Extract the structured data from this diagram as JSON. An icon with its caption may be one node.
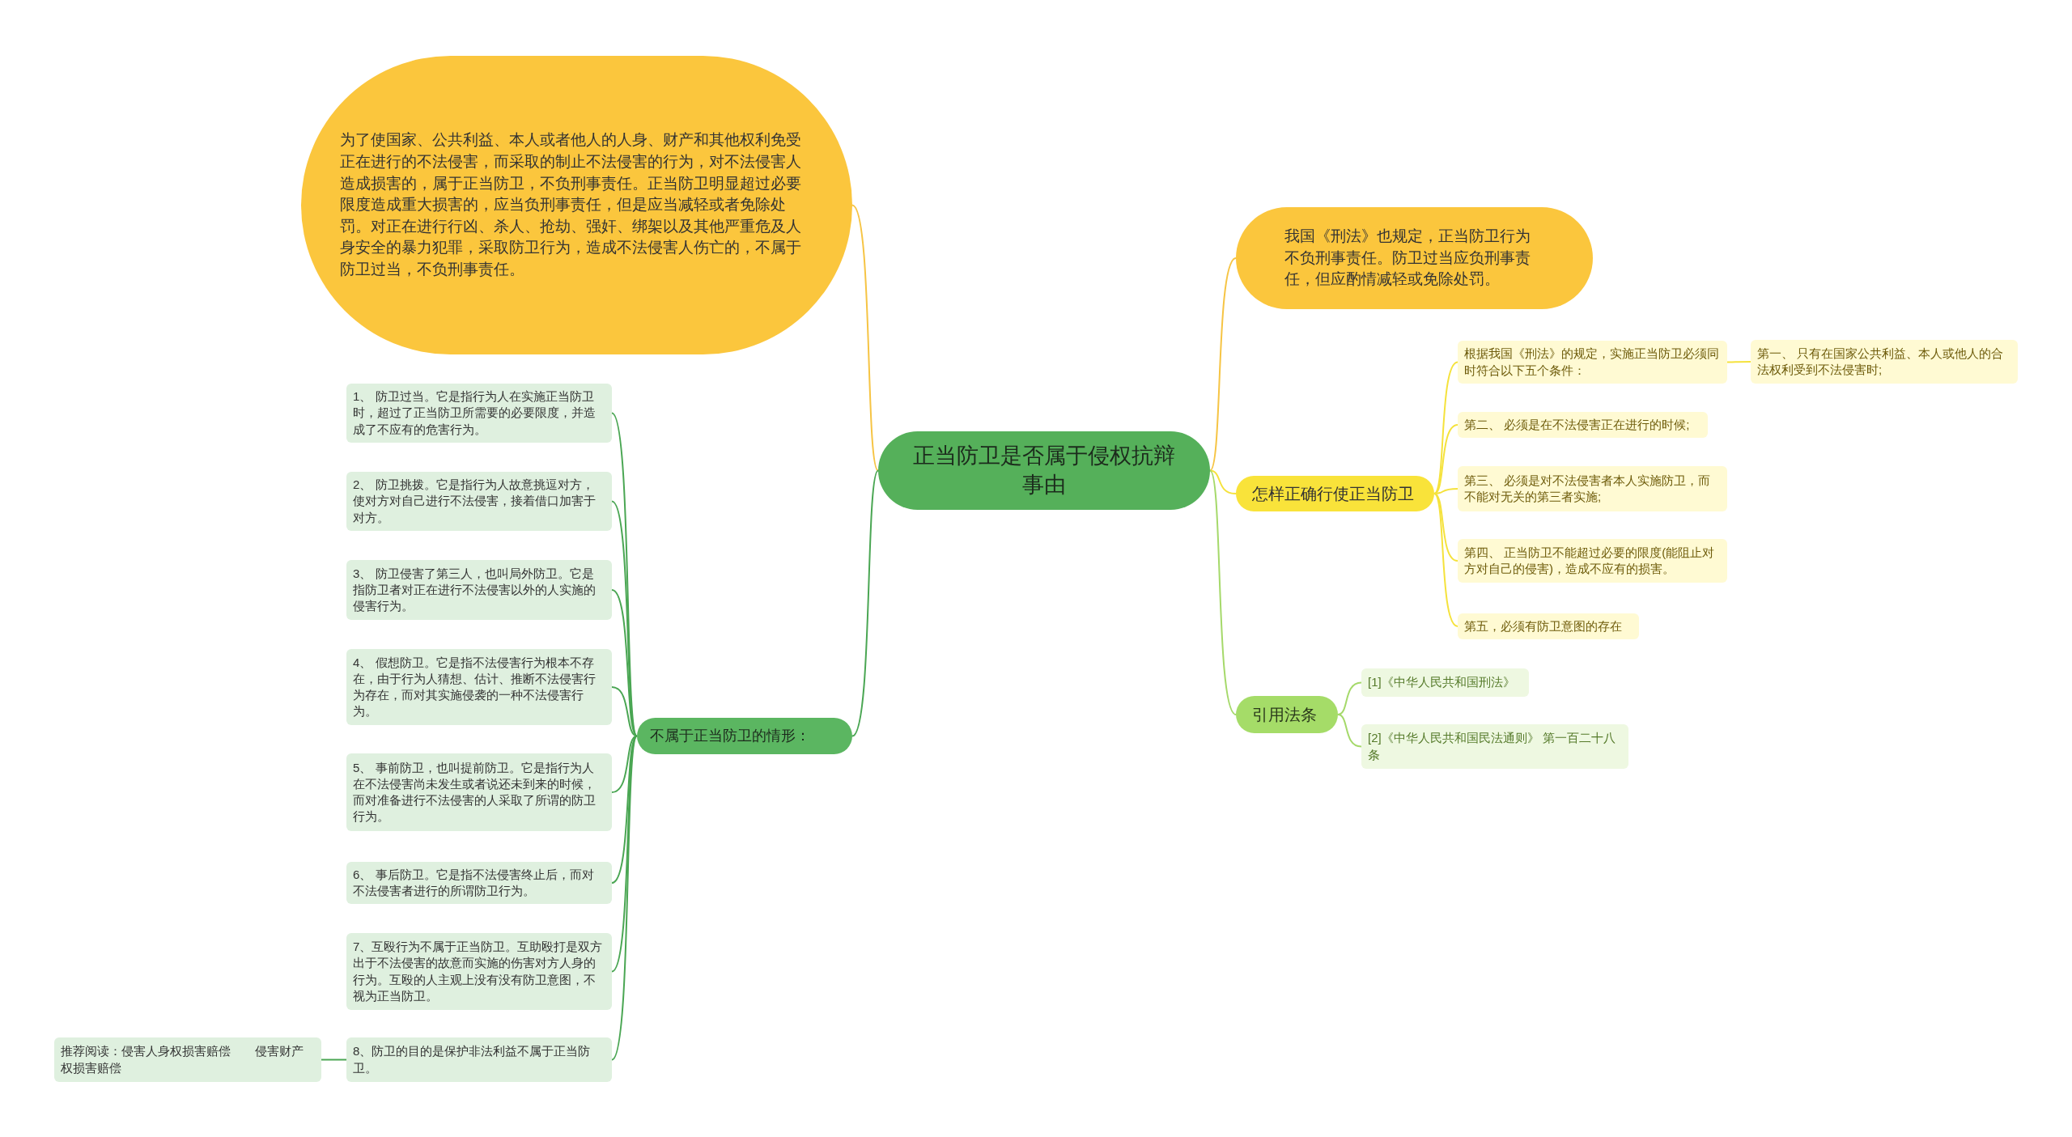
{
  "diagram": {
    "nodes": [
      {
        "text": [
          "正当防卫是否属于侵权抗辩事由"
        ]
      },
      {
        "text": [
          "为了使国家、公共利益、本人或者他人的人身、财产和其他权利免受正在进行的不法侵害，而采取的制止不法侵害的行为，对不法侵害人造成损害的，属于正当防卫，不负刑事责任。正当防卫明显超过必要限度造成重大损害的，应当负刑事责任，但是应当减轻或者免除处罚。对正在进行行凶、杀人、抢劫、强奸、绑架以及其他严重危及人身安全的暴力犯罪，采取防卫行为，造成不法侵害人伤亡的，不属于防卫过当，不负刑事责任。"
        ]
      },
      {
        "text": [
          "我国《刑法》也规定，正当防卫行为不负刑事责任。防卫过当应负刑事责任，但应酌情减轻或免除处罚。"
        ]
      },
      {
        "text": [
          "怎样正确行使正当防卫"
        ]
      },
      {
        "text": [
          "根据我国《刑法》的规定，实施正当防卫必须同时符合以下五个条件："
        ]
      },
      {
        "text": [
          "第一、 只有在国家公共利益、本人或他人的合法权利受到不法侵害时;"
        ]
      },
      {
        "text": [
          "第二、 必须是在不法侵害正在进行的时候;"
        ]
      },
      {
        "text": [
          "第三、 必须是对不法侵害者本人实施防卫，而不能对无关的第三者实施;"
        ]
      },
      {
        "text": [
          "第四、 正当防卫不能超过必要的限度(能阻止对方对自己的侵害)，造成不应有的损害。"
        ]
      },
      {
        "text": [
          "第五，必须有防卫意图的存在"
        ]
      },
      {
        "text": [
          "引用法条"
        ]
      },
      {
        "text": [
          "[1]《中华人民共和国刑法》"
        ]
      },
      {
        "text": [
          "[2]《中华人民共和国民法通则》 第一百二十八条"
        ]
      },
      {
        "text": [
          "不属于正当防卫的情形："
        ]
      },
      {
        "text": [
          "1、 防卫过当。它是指行为人在实施正当防卫时，超过了正当防卫所需要的必要限度，并造成了不应有的危害行为。"
        ]
      },
      {
        "text": [
          "2、 防卫挑拨。它是指行为人故意挑逗对方，使对方对自己进行不法侵害，接着借口加害于对方。"
        ]
      },
      {
        "text": [
          "3、 防卫侵害了第三人，也叫局外防卫。它是指防卫者对正在进行不法侵害以外的人实施的侵害行为。"
        ]
      },
      {
        "text": [
          "4、 假想防卫。它是指不法侵害行为根本不存在，由于行为人猜想、估计、推断不法侵害行为存在，而对其实施侵袭的一种不法侵害行为。"
        ]
      },
      {
        "text": [
          "5、 事前防卫，也叫提前防卫。它是指行为人在不法侵害尚未发生或者说还未到来的时候，而对准备进行不法侵害的人采取了所谓的防卫行为。"
        ]
      },
      {
        "text": [
          "6、 事后防卫。它是指不法侵害终止后，而对不法侵害者进行的所谓防卫行为。"
        ]
      },
      {
        "text": [
          "7、互殴行为不属于正当防卫。互助殴打是双方出于不法侵害的故意而实施的伤害对方人身的行为。互殴的人主观上没有没有防卫意图，不视为正当防卫。"
        ]
      },
      {
        "text": [
          "8、防卫的目的是保护非法利益不属于正当防卫。"
        ]
      },
      {
        "text": [
          "推荐阅读：侵害人身权损害赔偿　　侵害财产权损害赔偿"
        ]
      }
    ],
    "edges": [
      {
        "from": 0,
        "to": 1,
        "arrow": "none",
        "color": "#f6c444"
      },
      {
        "from": 0,
        "to": 2,
        "arrow": "none",
        "color": "#f6c444"
      },
      {
        "from": 0,
        "to": 3,
        "arrow": "none",
        "color": "#f5e23c"
      },
      {
        "from": 0,
        "to": 10,
        "arrow": "none",
        "color": "#a5d96a"
      },
      {
        "from": 0,
        "to": 13,
        "arrow": "none"
      },
      {
        "from": 3,
        "to": 4,
        "arrow": "none",
        "color": "#f5e23c"
      },
      {
        "from": 3,
        "to": 6,
        "arrow": "none",
        "color": "#f5e23c"
      },
      {
        "from": 3,
        "to": 7,
        "arrow": "none",
        "color": "#f5e23c"
      },
      {
        "from": 3,
        "to": 8,
        "arrow": "none",
        "color": "#f5e23c"
      },
      {
        "from": 3,
        "to": 9,
        "arrow": "none",
        "color": "#f5e23c"
      },
      {
        "from": 4,
        "to": 5,
        "arrow": "none",
        "color": "#f5e23c"
      },
      {
        "from": 10,
        "to": 11,
        "arrow": "none",
        "color": "#a5d96a"
      },
      {
        "from": 10,
        "to": 12,
        "arrow": "none",
        "color": "#a5d96a"
      },
      {
        "from": 13,
        "to": 14,
        "arrow": "none"
      },
      {
        "from": 13,
        "to": 15,
        "arrow": "none"
      },
      {
        "from": 13,
        "to": 16,
        "arrow": "none"
      },
      {
        "from": 13,
        "to": 17,
        "arrow": "none"
      },
      {
        "from": 13,
        "to": 18,
        "arrow": "none"
      },
      {
        "from": 13,
        "to": 19,
        "arrow": "none"
      },
      {
        "from": 13,
        "to": 20,
        "arrow": "none"
      },
      {
        "from": 13,
        "to": 21,
        "arrow": "none"
      },
      {
        "from": 21,
        "to": 22,
        "arrow": "none"
      }
    ]
  }
}
